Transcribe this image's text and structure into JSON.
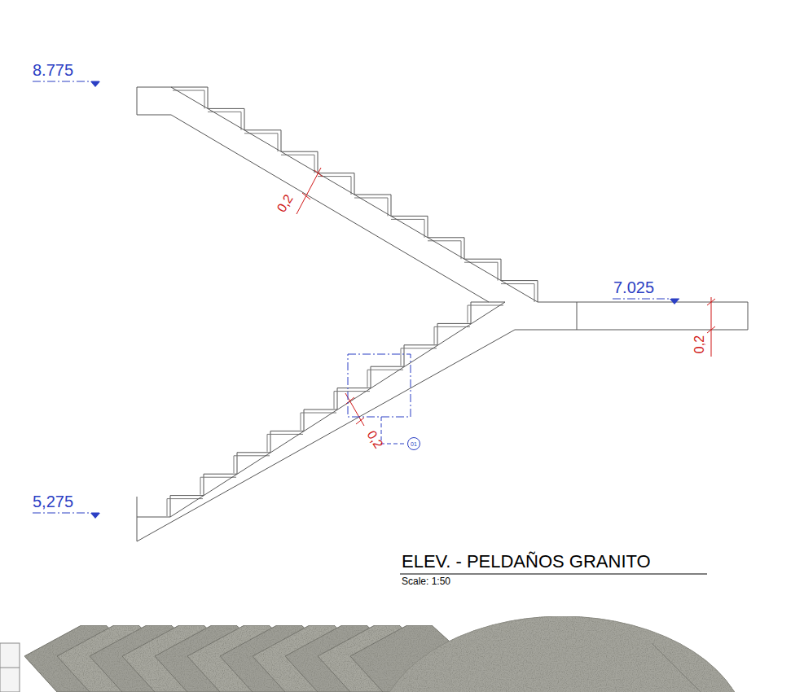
{
  "diagram": {
    "title": "ELEV. - PELDAÑOS GRANITO",
    "caption": "Scale: 1:50",
    "nodes": [
      {
        "text": [
          "01"
        ]
      }
    ],
    "labels": [
      "8.775",
      "7.025",
      "5,275",
      "0,2",
      "0,2",
      "0,2"
    ]
  }
}
